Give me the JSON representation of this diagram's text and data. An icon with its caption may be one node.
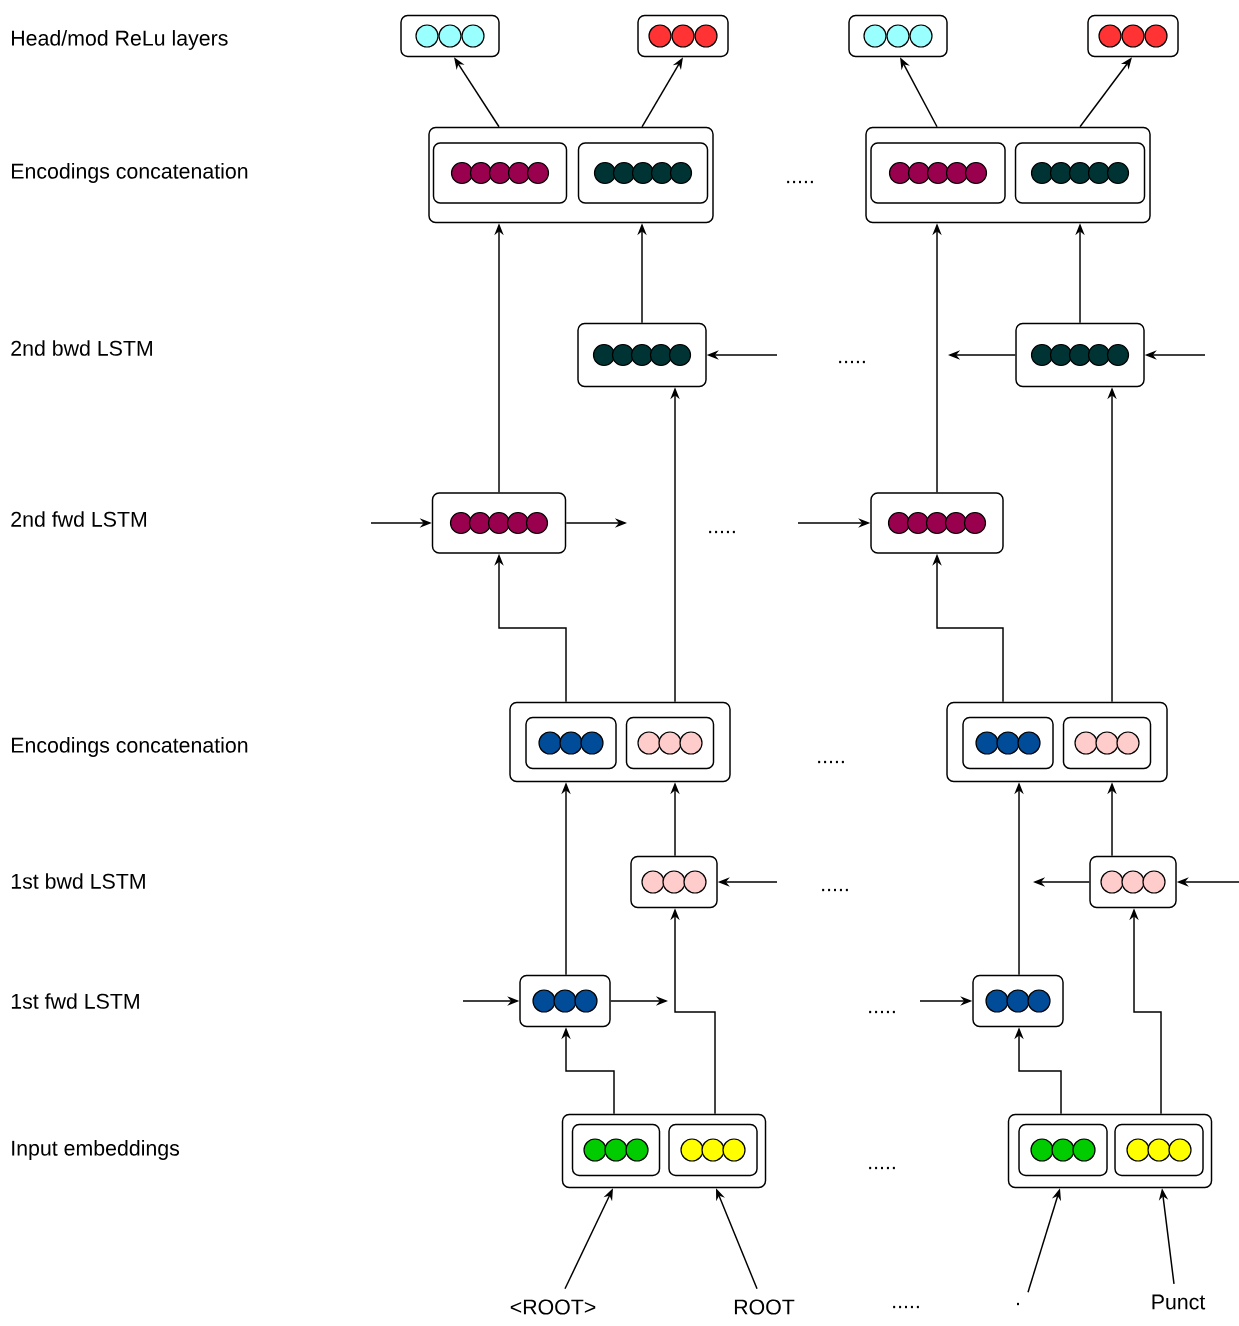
{
  "diagram": {
    "nodes": [
      {
        "text": [],
        "shape": "box"
      },
      {
        "text": [],
        "shape": "box"
      },
      {
        "text": [],
        "shape": "box"
      },
      {
        "text": [],
        "shape": "box"
      },
      {
        "text": [],
        "shape": "box"
      },
      {
        "text": [],
        "shape": "box",
        "in": 4
      },
      {
        "text": [],
        "shape": "box",
        "in": 4
      },
      {
        "text": [],
        "shape": "box"
      },
      {
        "text": [],
        "shape": "box",
        "in": 7
      },
      {
        "text": [],
        "shape": "box",
        "in": 7
      },
      {
        "text": [],
        "shape": "box"
      },
      {
        "text": [],
        "shape": "box"
      },
      {
        "text": [],
        "shape": "box"
      },
      {
        "text": [],
        "shape": "box"
      },
      {
        "text": [],
        "shape": "box"
      },
      {
        "text": [],
        "shape": "box",
        "in": 14
      },
      {
        "text": [],
        "shape": "box",
        "in": 14
      },
      {
        "text": [],
        "shape": "box"
      },
      {
        "text": [],
        "shape": "box",
        "in": 17
      },
      {
        "text": [],
        "shape": "box",
        "in": 17
      },
      {
        "text": [],
        "shape": "box"
      },
      {
        "text": [],
        "shape": "box"
      },
      {
        "text": [],
        "shape": "box"
      },
      {
        "text": [],
        "shape": "box"
      },
      {
        "text": [],
        "shape": "box"
      },
      {
        "text": [],
        "shape": "box",
        "in": 24
      },
      {
        "text": [],
        "shape": "box",
        "in": 24
      },
      {
        "text": [],
        "shape": "box"
      },
      {
        "text": [],
        "shape": "box",
        "in": 27
      },
      {
        "text": [],
        "shape": "box",
        "in": 27
      },
      {
        "text": [
          "<ROOT>"
        ]
      },
      {
        "text": [
          "ROOT"
        ]
      },
      {
        "text": [
          "."
        ]
      },
      {
        "text": [
          "Punct"
        ]
      }
    ],
    "edges": [
      {
        "from": 30,
        "to": 24,
        "arrow": "to"
      },
      {
        "from": 31,
        "to": 24,
        "arrow": "to"
      },
      {
        "from": 32,
        "to": 27,
        "arrow": "to"
      },
      {
        "from": 33,
        "to": 27,
        "arrow": "to"
      },
      {
        "from": 24,
        "to": 22,
        "arrow": "to"
      },
      {
        "from": 24,
        "to": 20,
        "arrow": "to"
      },
      {
        "from": 27,
        "to": 23,
        "arrow": "to"
      },
      {
        "from": 27,
        "to": 21,
        "arrow": "to"
      },
      {
        "from": null,
        "to": 22,
        "arrow": "to"
      },
      {
        "from": 22,
        "to": null,
        "arrow": "to"
      },
      {
        "from": null,
        "to": 23,
        "arrow": "to"
      },
      {
        "from": null,
        "to": 20,
        "arrow": "to"
      },
      {
        "from": 21,
        "to": null,
        "arrow": "to"
      },
      {
        "from": null,
        "to": 21,
        "arrow": "to"
      },
      {
        "from": 22,
        "to": 14,
        "arrow": "to"
      },
      {
        "from": 20,
        "to": 14,
        "arrow": "to"
      },
      {
        "from": 23,
        "to": 17,
        "arrow": "to"
      },
      {
        "from": 21,
        "to": 17,
        "arrow": "to"
      },
      {
        "from": 14,
        "to": 12,
        "arrow": "to"
      },
      {
        "from": 14,
        "to": 10,
        "arrow": "to"
      },
      {
        "from": 17,
        "to": 13,
        "arrow": "to"
      },
      {
        "from": 17,
        "to": 11,
        "arrow": "to"
      },
      {
        "from": null,
        "to": 12,
        "arrow": "to"
      },
      {
        "from": 12,
        "to": null,
        "arrow": "to"
      },
      {
        "from": null,
        "to": 13,
        "arrow": "to"
      },
      {
        "from": null,
        "to": 10,
        "arrow": "to"
      },
      {
        "from": 11,
        "to": null,
        "arrow": "to"
      },
      {
        "from": null,
        "to": 11,
        "arrow": "to"
      },
      {
        "from": 12,
        "to": 4,
        "arrow": "to"
      },
      {
        "from": 10,
        "to": 4,
        "arrow": "to"
      },
      {
        "from": 13,
        "to": 7,
        "arrow": "to"
      },
      {
        "from": 11,
        "to": 7,
        "arrow": "to"
      },
      {
        "from": 4,
        "to": 0,
        "arrow": "to"
      },
      {
        "from": 4,
        "to": 1,
        "arrow": "to"
      },
      {
        "from": 7,
        "to": 2,
        "arrow": "to"
      },
      {
        "from": 7,
        "to": 3,
        "arrow": "to"
      }
    ],
    "labels": [
      "Head/mod ReLu layers",
      "Encodings concatenation",
      ".....",
      "2nd bwd LSTM",
      ".....",
      "2nd fwd LSTM",
      ".....",
      "Encodings concatenation",
      ".....",
      "1st bwd LSTM",
      ".....",
      "1st fwd LSTM",
      ".....",
      "Input embeddings",
      ".....",
      "....."
    ]
  }
}
